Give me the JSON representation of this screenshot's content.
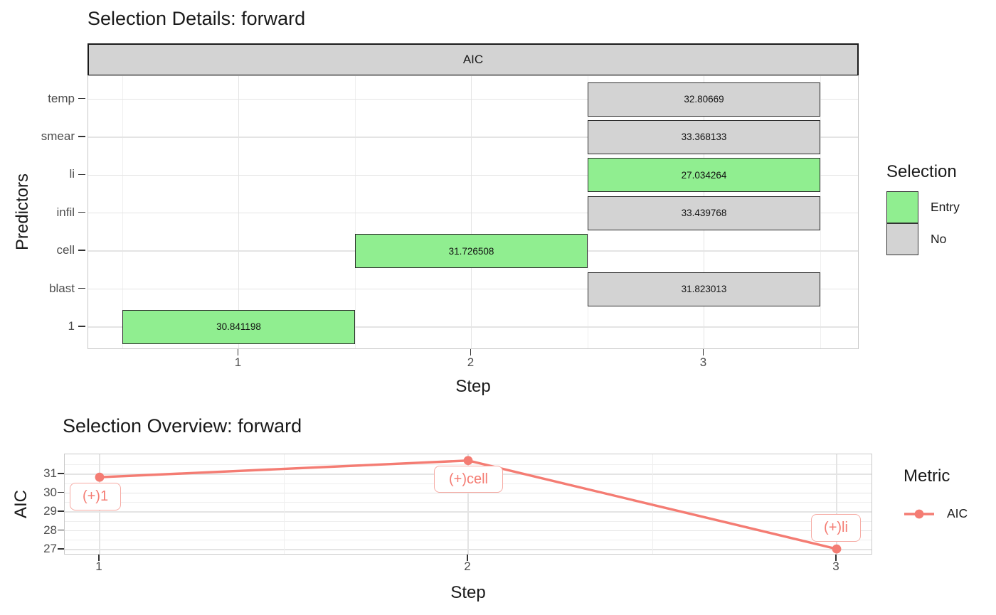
{
  "chart_data": [
    {
      "id": "details",
      "type": "tile",
      "title": "Selection Details: forward",
      "facet_label": "AIC",
      "xlabel": "Step",
      "ylabel": "Predictors",
      "x_ticks": [
        "1",
        "2",
        "3"
      ],
      "y_categories": [
        "temp",
        "smear",
        "li",
        "infil",
        "cell",
        "blast",
        "1"
      ],
      "tiles": [
        {
          "predictor": "temp",
          "step": 3,
          "label": "32.80669",
          "selection": "No"
        },
        {
          "predictor": "smear",
          "step": 3,
          "label": "33.368133",
          "selection": "No"
        },
        {
          "predictor": "li",
          "step": 3,
          "label": "27.034264",
          "selection": "Entry"
        },
        {
          "predictor": "infil",
          "step": 3,
          "label": "33.439768",
          "selection": "No"
        },
        {
          "predictor": "cell",
          "step": 2,
          "label": "31.726508",
          "selection": "Entry"
        },
        {
          "predictor": "blast",
          "step": 3,
          "label": "31.823013",
          "selection": "No"
        },
        {
          "predictor": "1",
          "step": 1,
          "label": "30.841198",
          "selection": "Entry"
        }
      ],
      "colors": {
        "entry": "#90EE90",
        "no": "#D3D3D3",
        "tile_border": "#2B2B2B",
        "strip_fill": "#D3D3D3"
      },
      "legend": {
        "title": "Selection",
        "entries": [
          {
            "label": "Entry",
            "color": "#90EE90"
          },
          {
            "label": "No",
            "color": "#D3D3D3"
          }
        ]
      }
    },
    {
      "id": "overview",
      "type": "line",
      "title": "Selection Overview: forward",
      "xlabel": "Step",
      "ylabel": "AIC",
      "x": [
        1,
        2,
        3
      ],
      "y": [
        30.841198,
        31.726508,
        27.034264
      ],
      "point_labels": [
        "(+)1",
        "(+)cell",
        "(+)li"
      ],
      "x_ticks": [
        "1",
        "2",
        "3"
      ],
      "y_ticks": [
        "31",
        "30",
        "29",
        "28",
        "27"
      ],
      "ylim": [
        26.6,
        32.1
      ],
      "line_color": "#F47C73",
      "legend": {
        "title": "Metric",
        "entries": [
          {
            "label": "AIC",
            "color": "#F47C73"
          }
        ]
      }
    }
  ]
}
